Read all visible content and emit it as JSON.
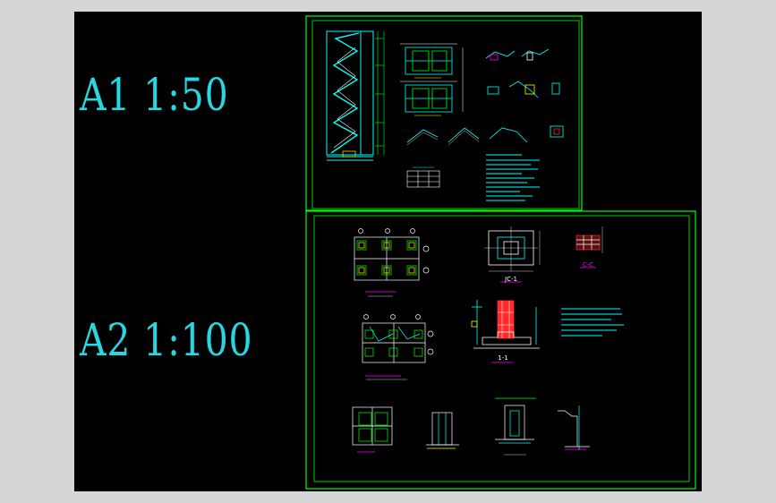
{
  "labels": {
    "a1": "A1 1:50",
    "a2": "A2 1:100"
  },
  "sheet_captions": {
    "jc1": "JC-1",
    "cc": "C-C",
    "section11": "1-1"
  },
  "colors": {
    "background": "#000000",
    "frame": "#00ff00",
    "scale_text": "#27d7e4",
    "cyan": "#00ffff",
    "red": "#ff2a2a",
    "white": "#ffffff",
    "yellow": "#ffff00",
    "magenta": "#ff00ff",
    "chrome": "#d6d6d6"
  }
}
